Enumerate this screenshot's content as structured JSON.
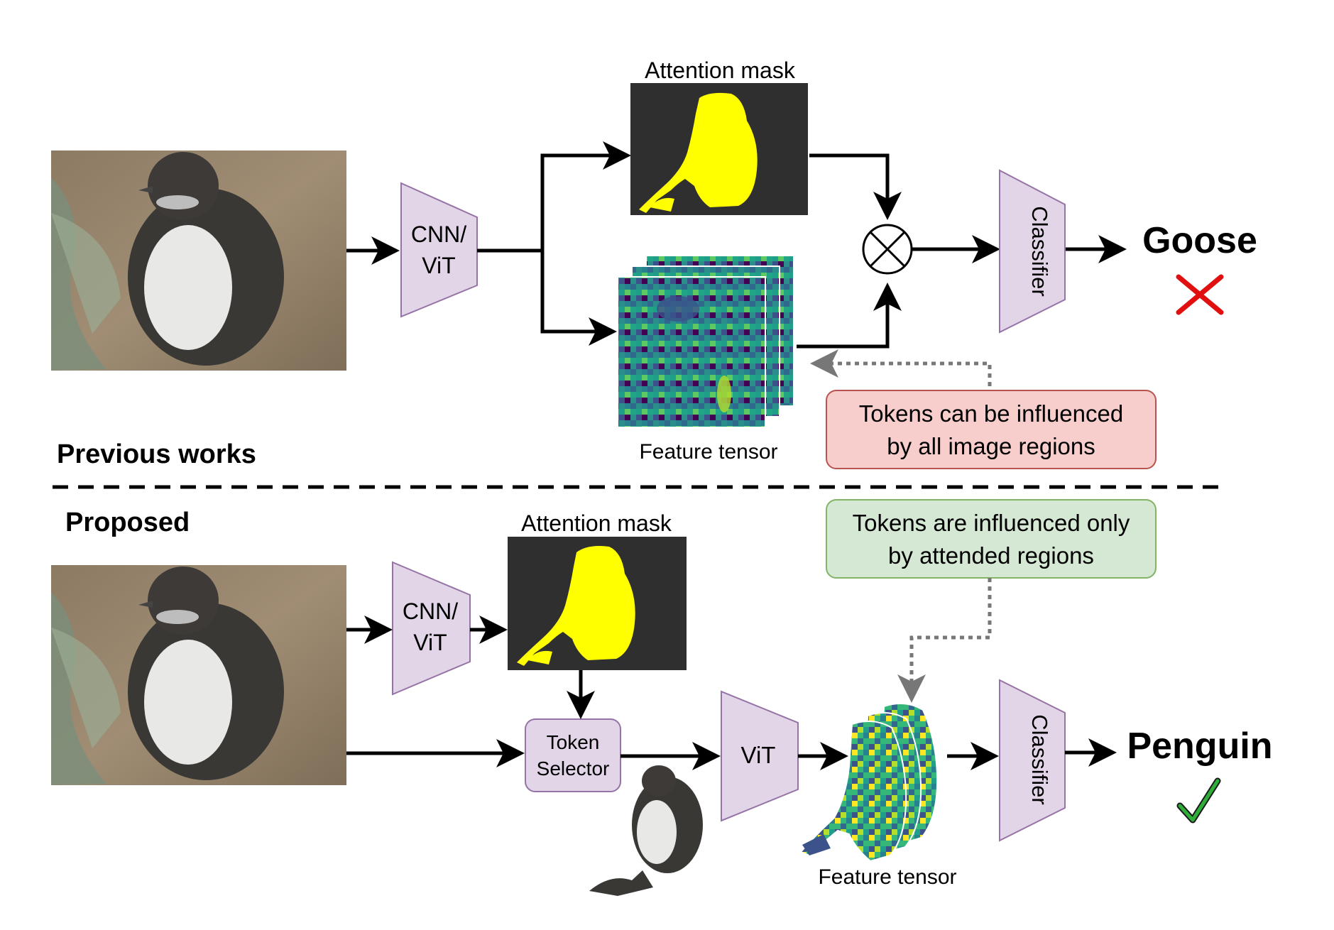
{
  "sections": {
    "previous": "Previous works",
    "proposed": "Proposed"
  },
  "previous": {
    "backbone_line1": "CNN/",
    "backbone_line2": "ViT",
    "attention_mask_label": "Attention mask",
    "feature_tensor_label": "Feature tensor",
    "classifier_label": "Classifier",
    "prediction": "Goose",
    "prediction_color": "#c0504d",
    "note_line1": "Tokens can be influenced",
    "note_line2": "by all image regions",
    "note_fill": "#f8cecc",
    "note_stroke": "#b85450"
  },
  "proposed": {
    "backbone_line1": "CNN/",
    "backbone_line2": "ViT",
    "attention_mask_label": "Attention mask",
    "token_selector_line1": "Token",
    "token_selector_line2": "Selector",
    "vit_label": "ViT",
    "feature_tensor_label": "Feature tensor",
    "classifier_label": "Classifier",
    "prediction": "Penguin",
    "prediction_color": "#82b366",
    "note_line1": "Tokens are influenced only",
    "note_line2": "by attended regions",
    "note_fill": "#d5e8d4",
    "note_stroke": "#82b366"
  },
  "colors": {
    "module_fill": "#e1d5e7",
    "module_stroke": "#9673a6",
    "mask_background": "#2f2f2f",
    "mask_foreground": "#ffff00"
  }
}
